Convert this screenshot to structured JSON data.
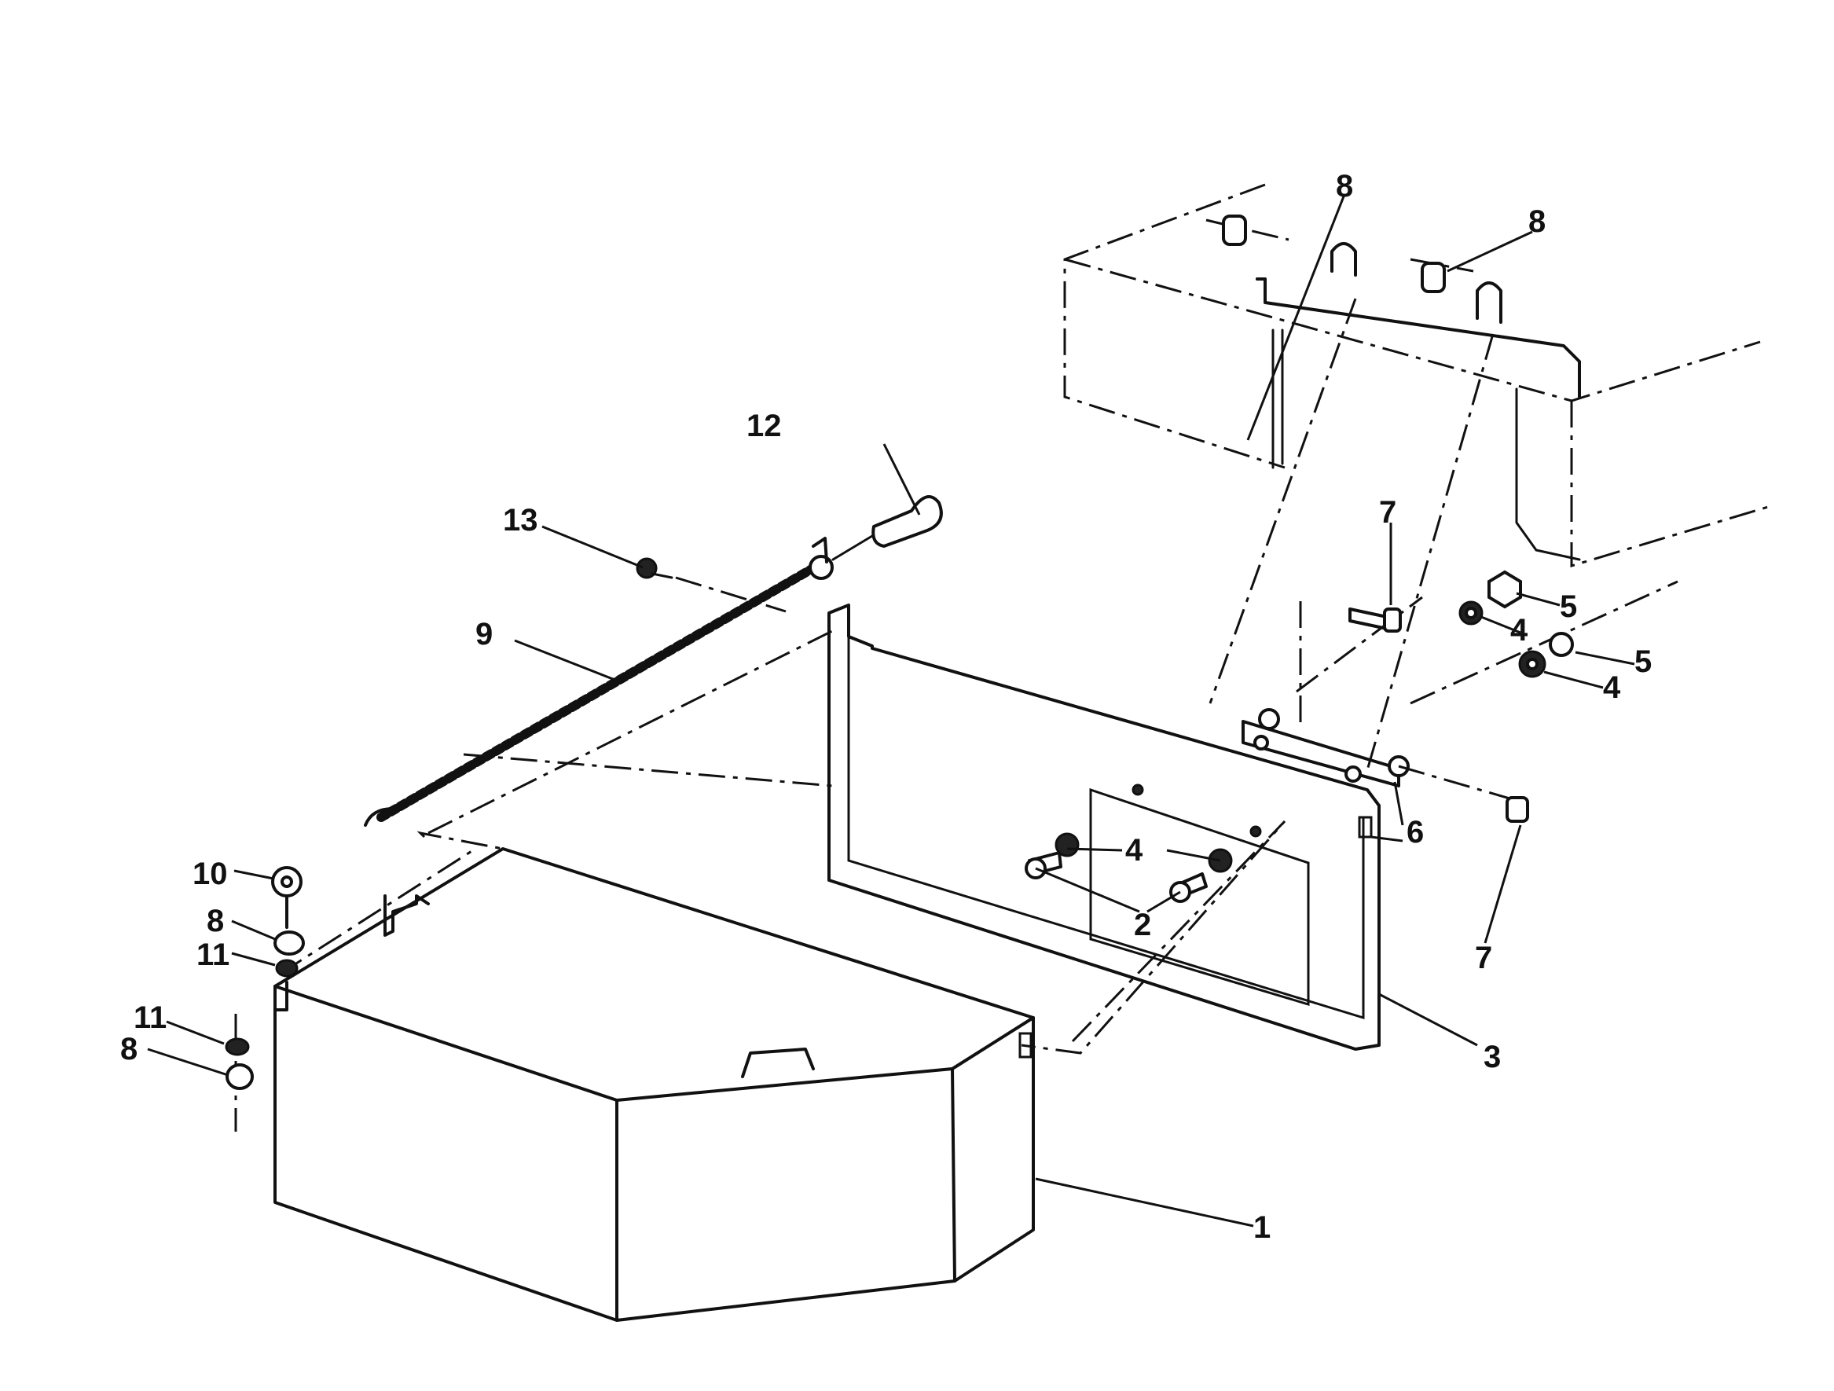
{
  "callouts": [
    {
      "id": "c1",
      "text": "1"
    },
    {
      "id": "c2",
      "text": "2"
    },
    {
      "id": "c3",
      "text": "3"
    },
    {
      "id": "c4a",
      "text": "4"
    },
    {
      "id": "c4b",
      "text": "4"
    },
    {
      "id": "c4c",
      "text": "4"
    },
    {
      "id": "c5a",
      "text": "5"
    },
    {
      "id": "c5b",
      "text": "5"
    },
    {
      "id": "c6",
      "text": "6"
    },
    {
      "id": "c7a",
      "text": "7"
    },
    {
      "id": "c7b",
      "text": "7"
    },
    {
      "id": "c8a",
      "text": "8"
    },
    {
      "id": "c8b",
      "text": "8"
    },
    {
      "id": "c8c",
      "text": "8"
    },
    {
      "id": "c8d",
      "text": "8"
    },
    {
      "id": "c9",
      "text": "9"
    },
    {
      "id": "c10",
      "text": "10"
    },
    {
      "id": "c11a",
      "text": "11"
    },
    {
      "id": "c11b",
      "text": "11"
    },
    {
      "id": "c12",
      "text": "12"
    },
    {
      "id": "c13",
      "text": "13"
    }
  ]
}
